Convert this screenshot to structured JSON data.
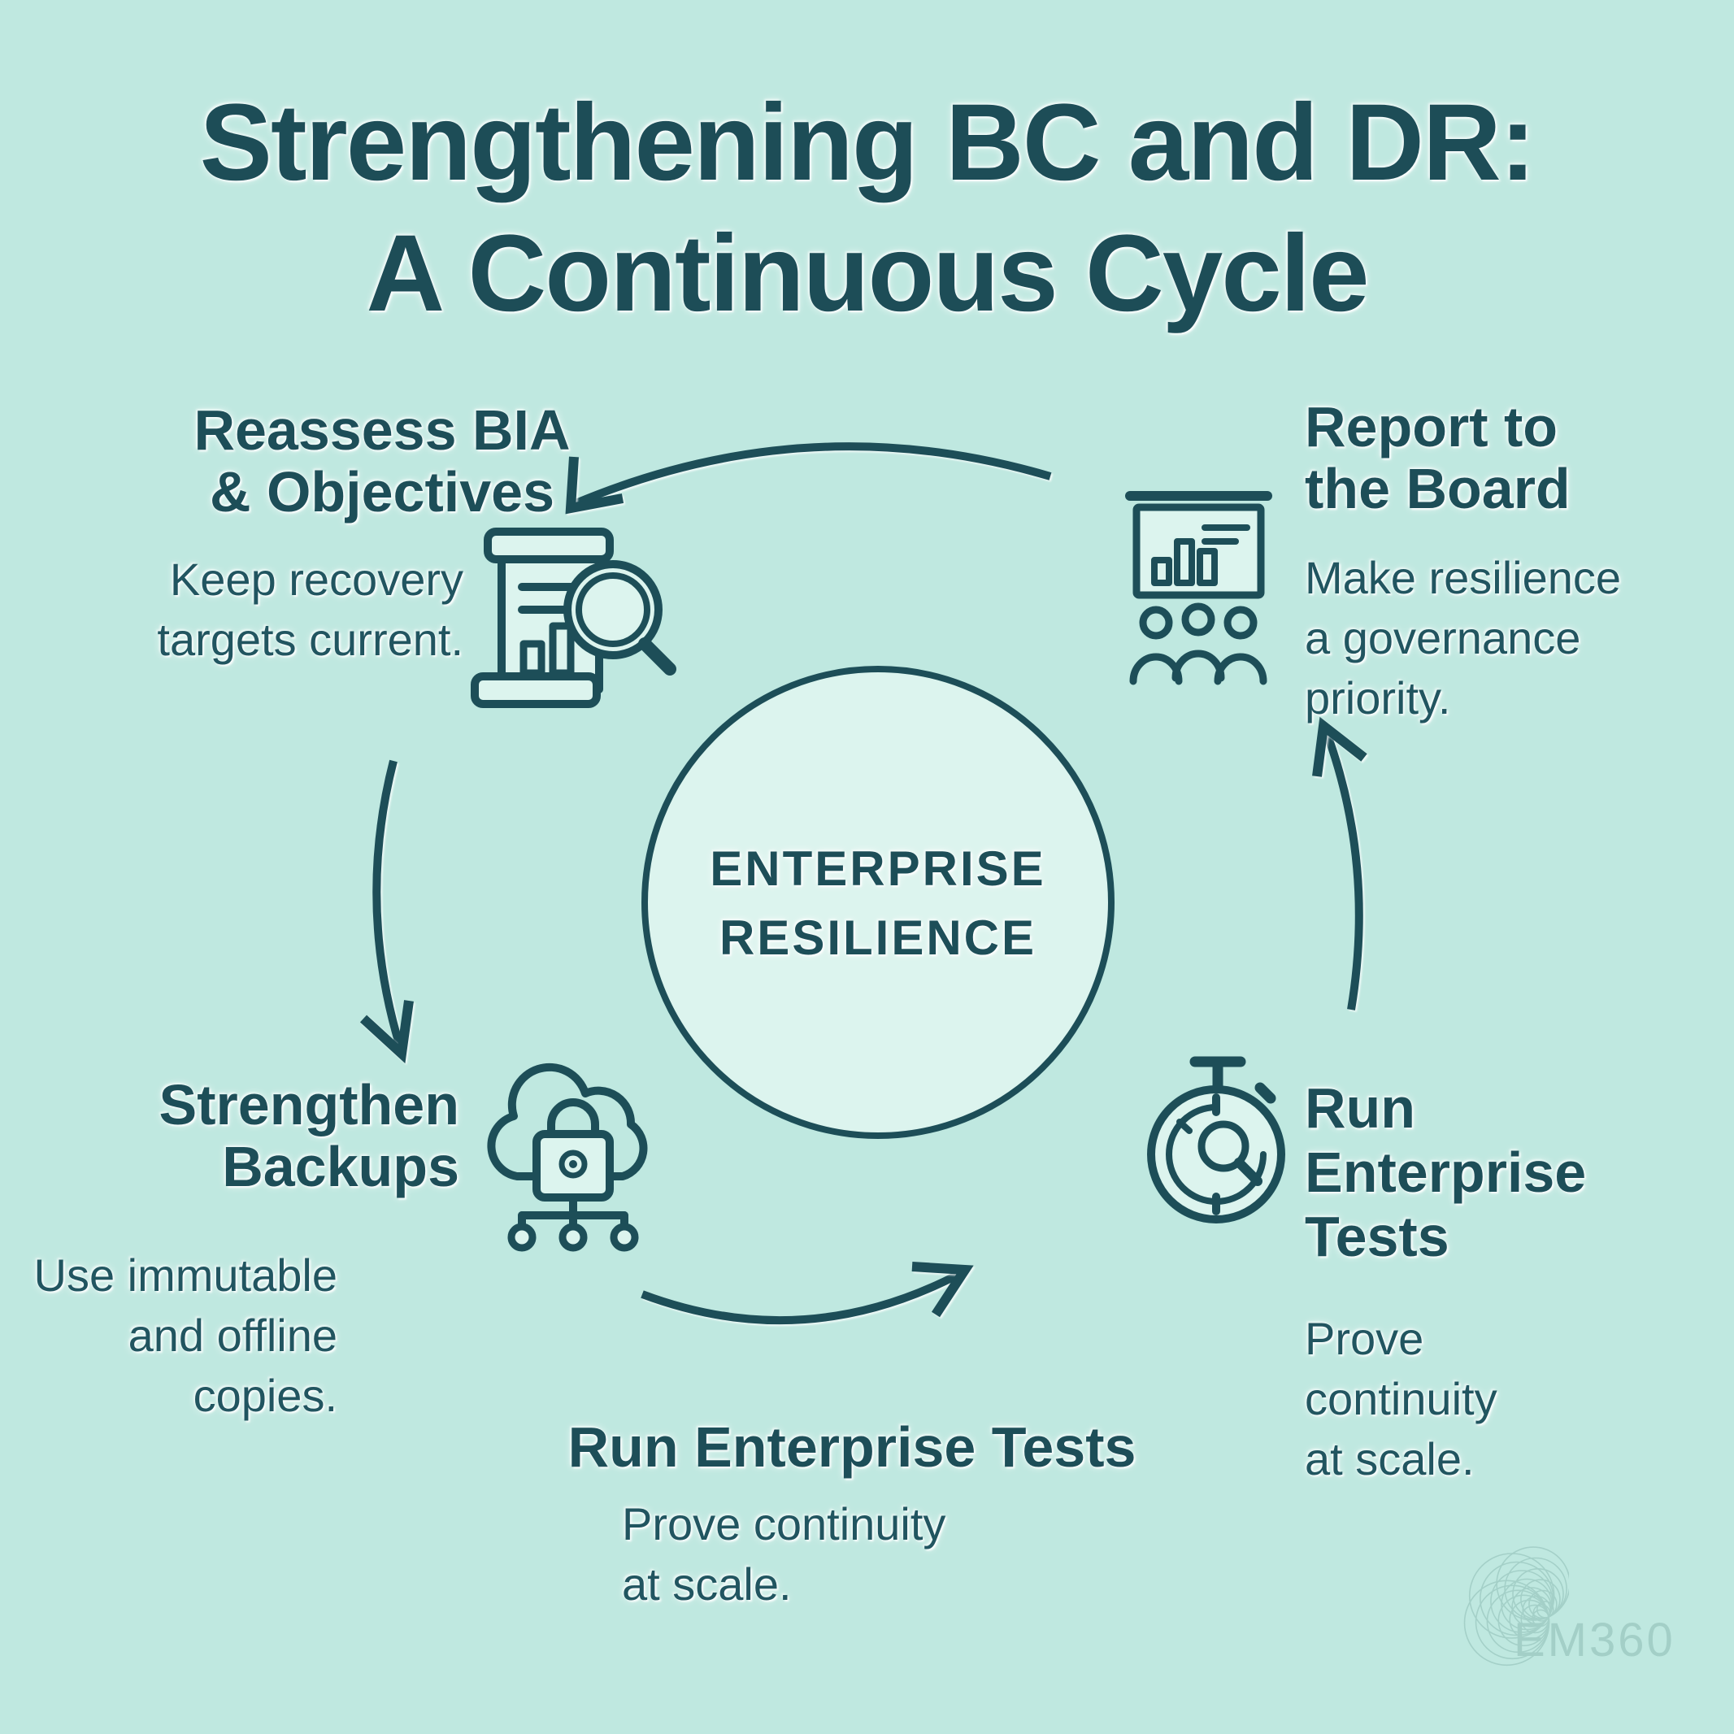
{
  "title": {
    "text": "Strengthening BC and DR:\nA Continuous Cycle"
  },
  "center_circle": {
    "label": "ENTERPRISE\nRESILIENCE"
  },
  "stages": [
    {
      "name": "reassess-bia",
      "heading": "Reassess BIA\n& Objectives",
      "description": "Keep recovery\ntargets current.",
      "icon": "document-magnifier-icon"
    },
    {
      "name": "report-to-the-board",
      "heading": "Report to\nthe Board",
      "description": "Make resilience\na governance\npriority.",
      "icon": "presentation-audience-icon"
    },
    {
      "name": "strengthen-backups",
      "heading": "Strengthen\nBackups",
      "description": "Use immutable\nand offline copies.",
      "icon": "cloud-lock-network-icon"
    },
    {
      "name": "run-enterprise-tests",
      "heading": "Run\nEnterprise\nTests",
      "description": "Prove\ncontinuity\nat scale.",
      "icon": "stopwatch-magnifier-icon"
    }
  ],
  "bottom_caption": {
    "heading": "Run Enterprise Tests",
    "description": "Prove continuity\nat scale."
  },
  "logo": {
    "text": "EM360"
  },
  "colors": {
    "background": "#bfe8e0",
    "circle_fill": "#dcf4ee",
    "ink": "#1d4e58",
    "logo": "#a3cfc7"
  }
}
